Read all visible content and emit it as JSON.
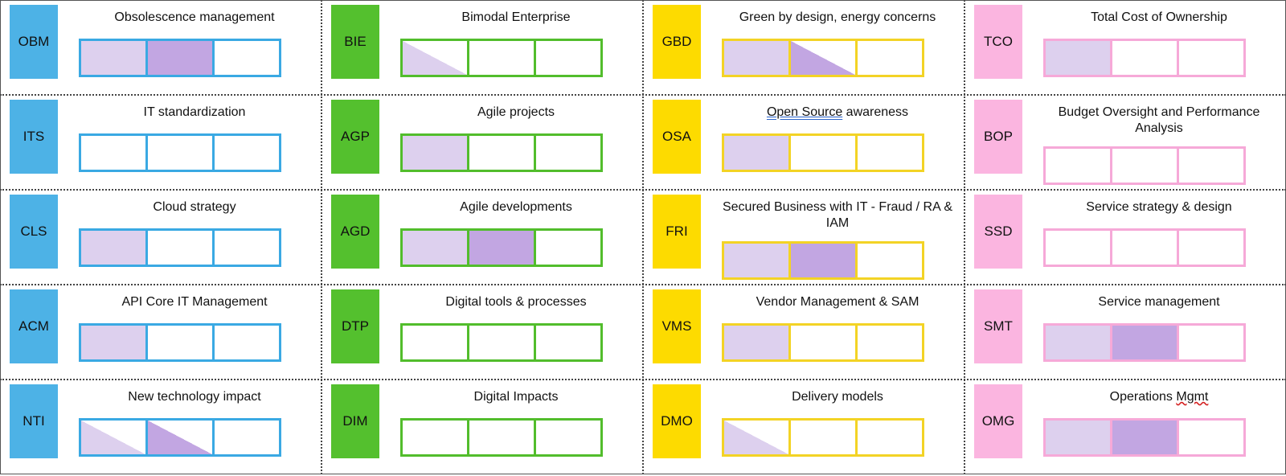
{
  "themes": {
    "blue": {
      "fill": "#4db2e6",
      "border": "#3aa9e3"
    },
    "green": {
      "fill": "#54c02e",
      "border": "#52bd2c"
    },
    "yellow": {
      "fill": "#fddb00",
      "border": "#f3d325"
    },
    "pink": {
      "fill": "#fbb5e0",
      "border": "#f6a9d8"
    }
  },
  "columns": [
    {
      "theme": "blue",
      "cells": [
        {
          "code": "OBM",
          "title": "Obsolescence management",
          "levels": [
            "light",
            "dark",
            "empty"
          ]
        },
        {
          "code": "ITS",
          "title": "IT standardization",
          "levels": [
            "empty",
            "empty",
            "empty"
          ]
        },
        {
          "code": "CLS",
          "title": "Cloud strategy",
          "levels": [
            "light",
            "empty",
            "empty"
          ]
        },
        {
          "code": "ACM",
          "title": "API Core IT Management",
          "levels": [
            "light",
            "empty",
            "empty"
          ]
        },
        {
          "code": "NTI",
          "title": "New technology impact",
          "levels": [
            "tri-light",
            "tri-dark",
            "empty"
          ]
        }
      ]
    },
    {
      "theme": "green",
      "cells": [
        {
          "code": "BIE",
          "title": "Bimodal  Enterprise",
          "levels": [
            "tri-light",
            "empty",
            "empty"
          ]
        },
        {
          "code": "AGP",
          "title": "Agile projects",
          "levels": [
            "light",
            "empty",
            "empty"
          ]
        },
        {
          "code": "AGD",
          "title": "Agile developments",
          "levels": [
            "light",
            "dark",
            "empty"
          ]
        },
        {
          "code": "DTP",
          "title": "Digital tools & processes",
          "levels": [
            "empty",
            "empty",
            "empty"
          ]
        },
        {
          "code": "DIM",
          "title": "Digital Impacts",
          "levels": [
            "empty",
            "empty",
            "empty"
          ]
        }
      ]
    },
    {
      "theme": "yellow",
      "cells": [
        {
          "code": "GBD",
          "title": "Green by design, energy concerns",
          "levels": [
            "light",
            "tri-dark",
            "empty"
          ]
        },
        {
          "code": "OSA",
          "title_parts": [
            "Open Source",
            " awareness"
          ],
          "levels": [
            "light",
            "empty",
            "empty"
          ]
        },
        {
          "code": "FRI",
          "title": "Secured  Business  with IT  - Fraud / RA & IAM",
          "levels": [
            "light",
            "dark",
            "empty"
          ]
        },
        {
          "code": "VMS",
          "title": "Vendor Management & SAM",
          "levels": [
            "light",
            "empty",
            "empty"
          ]
        },
        {
          "code": "DMO",
          "title": "Delivery models",
          "levels": [
            "tri-light",
            "empty",
            "empty"
          ]
        }
      ]
    },
    {
      "theme": "pink",
      "cells": [
        {
          "code": "TCO",
          "title": "Total Cost of Ownership",
          "levels": [
            "light",
            "empty",
            "empty"
          ]
        },
        {
          "code": "BOP",
          "title": "Budget Oversight and Performance Analysis",
          "levels": [
            "empty",
            "empty",
            "empty"
          ]
        },
        {
          "code": "SSD",
          "title": "Service strategy & design",
          "levels": [
            "empty",
            "empty",
            "empty"
          ]
        },
        {
          "code": "SMT",
          "title": "Service  management",
          "levels": [
            "light",
            "dark",
            "empty"
          ]
        },
        {
          "code": "OMG",
          "title_parts": [
            "Operations ",
            "Mgmt"
          ],
          "levels": [
            "light",
            "dark",
            "empty"
          ]
        }
      ]
    }
  ]
}
